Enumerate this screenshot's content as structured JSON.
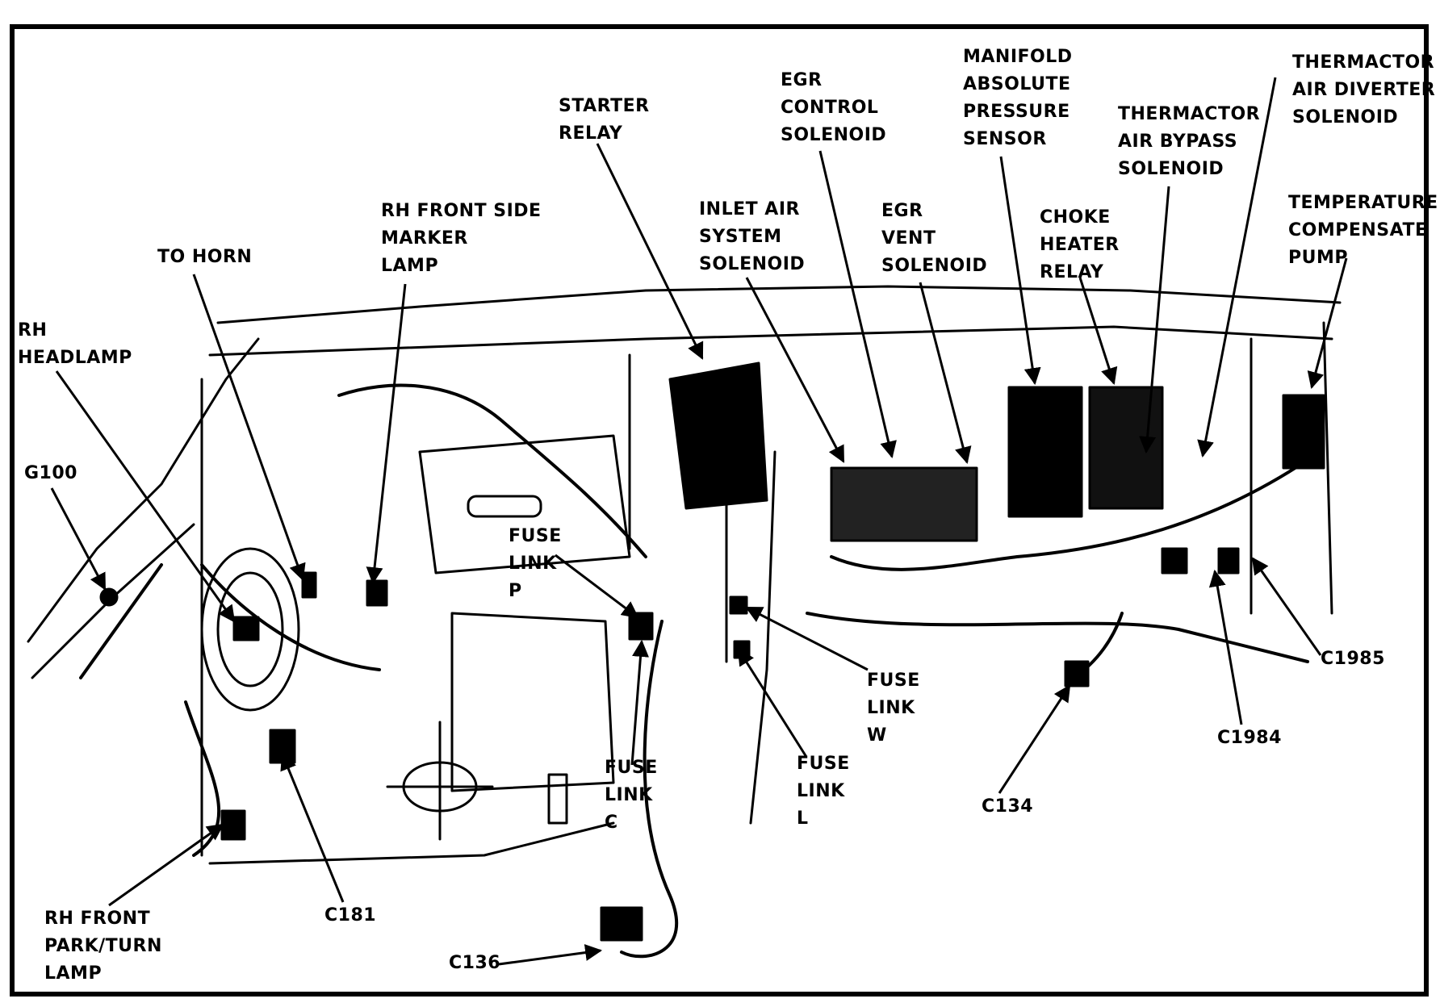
{
  "labels": {
    "rh_headlamp": [
      "RH",
      "HEADLAMP"
    ],
    "to_horn": [
      "TO HORN"
    ],
    "rh_front_side_marker_lamp": [
      "RH FRONT SIDE",
      "MARKER",
      "LAMP"
    ],
    "g100": [
      "G100"
    ],
    "starter_relay": [
      "STARTER",
      "RELAY"
    ],
    "egr_control_solenoid": [
      "EGR",
      "CONTROL",
      "SOLENOID"
    ],
    "inlet_air_system_solenoid": [
      "INLET AIR",
      "SYSTEM",
      "SOLENOID"
    ],
    "egr_vent_solenoid": [
      "EGR",
      "VENT",
      "SOLENOID"
    ],
    "manifold_absolute_pressure_sensor": [
      "MANIFOLD",
      "ABSOLUTE",
      "PRESSURE",
      "SENSOR"
    ],
    "choke_heater_relay": [
      "CHOKE",
      "HEATER",
      "RELAY"
    ],
    "thermactor_air_bypass_solenoid": [
      "THERMACTOR",
      "AIR BYPASS",
      "SOLENOID"
    ],
    "thermactor_air_diverter_solenoid": [
      "THERMACTOR",
      "AIR DIVERTER",
      "SOLENOID"
    ],
    "temperature_compensate_pump": [
      "TEMPERATURE",
      "COMPENSATE",
      "PUMP"
    ],
    "fuse_link_p": [
      "FUSE",
      "LINK",
      "P"
    ],
    "fuse_link_w": [
      "FUSE",
      "LINK",
      "W"
    ],
    "fuse_link_c": [
      "FUSE",
      "LINK",
      "C"
    ],
    "fuse_link_l": [
      "FUSE",
      "LINK",
      "L"
    ],
    "c1985": [
      "C1985"
    ],
    "c1984": [
      "C1984"
    ],
    "c134": [
      "C134"
    ],
    "c181": [
      "C181"
    ],
    "c136": [
      "C136"
    ],
    "rh_front_park_turn_lamp": [
      "RH FRONT",
      "PARK/TURN",
      "LAMP"
    ]
  },
  "colors": {
    "ink": "#000000",
    "paper": "#ffffff"
  }
}
